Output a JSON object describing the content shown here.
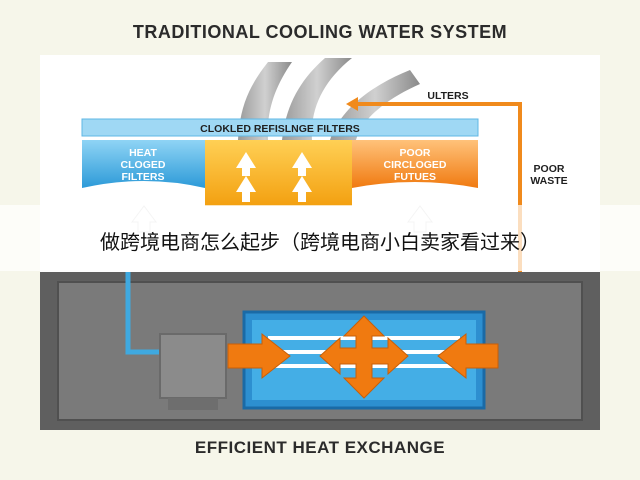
{
  "diagram": {
    "title": "TRADITIONAL COOLING WATER SYSTEM",
    "bottom_title": "EFFICIENT HEAT EXCHANGE",
    "filter_bar_label": "CLOKLED REFISLNGE FILTERS",
    "left_panel_label": [
      "HEAT",
      "CLOGED",
      "FILTERS"
    ],
    "right_panel_label": [
      "POOR",
      "CIRCLOGED",
      "FUTUES"
    ],
    "ulters_label": "ULTERS",
    "poor_waste_label": [
      "POOR",
      "WASTE"
    ],
    "colors": {
      "blue": "#3fa9e0",
      "orange": "#f08a1c",
      "yellow": "#f7b21a",
      "gray": "#6f6f6f",
      "dark_gray": "#5a5a5a"
    }
  },
  "overlay": {
    "text": "做跨境电商怎么起步（跨境电商小白卖家看过来）"
  }
}
